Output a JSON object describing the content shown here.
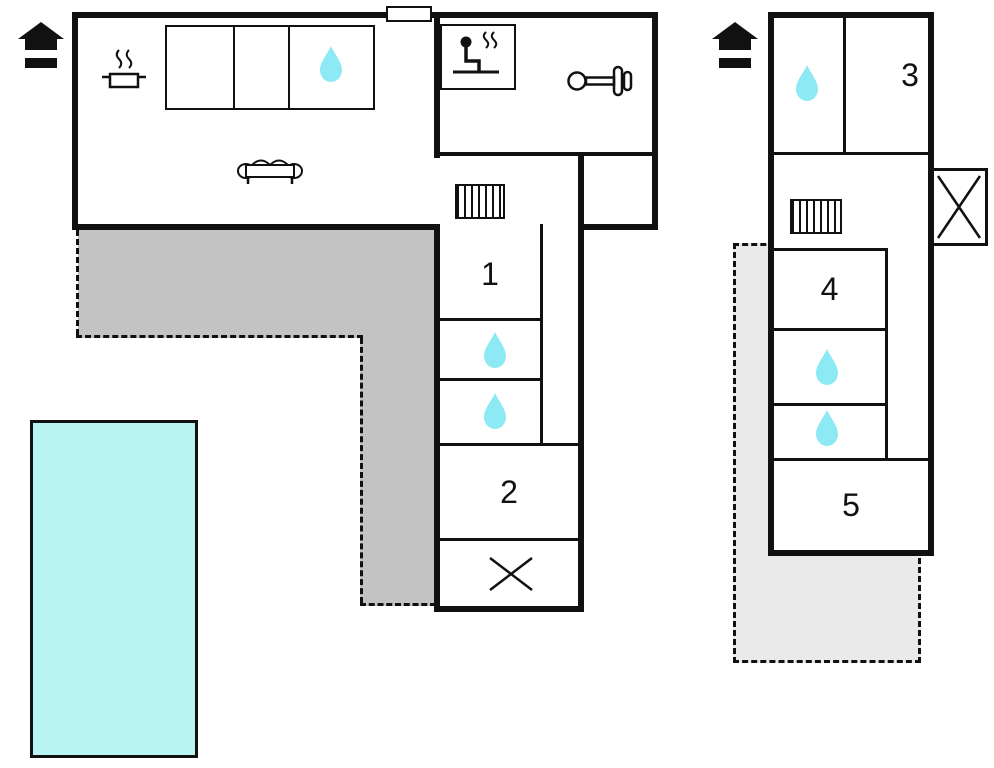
{
  "colors": {
    "wall": "#111111",
    "water_drop": "#8de9f3",
    "pool_fill": "#b7f4f2",
    "terrace_main": "#c3c3c3",
    "terrace_annex": "#eaeaea"
  },
  "main_building": {
    "name": "main-building",
    "rooms": [
      {
        "label": "1"
      },
      {
        "label": "2"
      }
    ]
  },
  "annex_building": {
    "name": "annex-building",
    "rooms": [
      {
        "label": "3"
      },
      {
        "label": "4"
      },
      {
        "label": "5"
      }
    ]
  },
  "icons": {
    "house-icon": "⌂",
    "kitchen-pot-icon": "♨",
    "sauna-person-icon": "🧖",
    "dumbbell-icon": "🏋",
    "sofa-icon": "🛋",
    "stairs-icon": "▤",
    "water-drop-icon": "💧",
    "cross-icon": "✕"
  }
}
